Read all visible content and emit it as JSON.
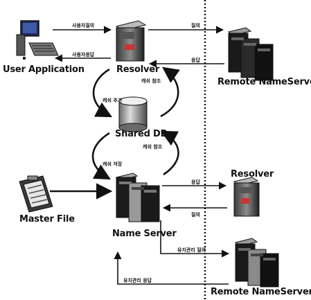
{
  "nodes": {
    "user_application": "User Application",
    "resolver_top": "Resolver",
    "remote_nameserver_top": "Remote NameServer",
    "shared_db": "Shared DB",
    "master_file": "Master File",
    "name_server": "Name Server",
    "resolver_mid": "Resolver",
    "remote_nameserver_bottom": "Remote NameServer"
  },
  "edge_labels": {
    "user_to_resolver": "사용자질의",
    "resolver_to_user": "사용자응답",
    "resolver_to_remote_query": "질의",
    "remote_to_resolver_response": "응답",
    "cache_add": "캐쉬 추가",
    "cache_lookup_top": "캐쉬 참조",
    "cache_lookup_bottom": "캐쉬 참조",
    "cache_store": "캐쉬 저장",
    "ns_to_resolver_response": "응답",
    "resolver_to_ns_query": "질의",
    "zone_transfer_query": "유지관리 질의",
    "zone_transfer_response": "유지관리 응답"
  },
  "colors": {
    "line": "#111111",
    "server_dark": "#1a1a1a",
    "server_light": "#9a9a9a",
    "divider": "#111111"
  }
}
